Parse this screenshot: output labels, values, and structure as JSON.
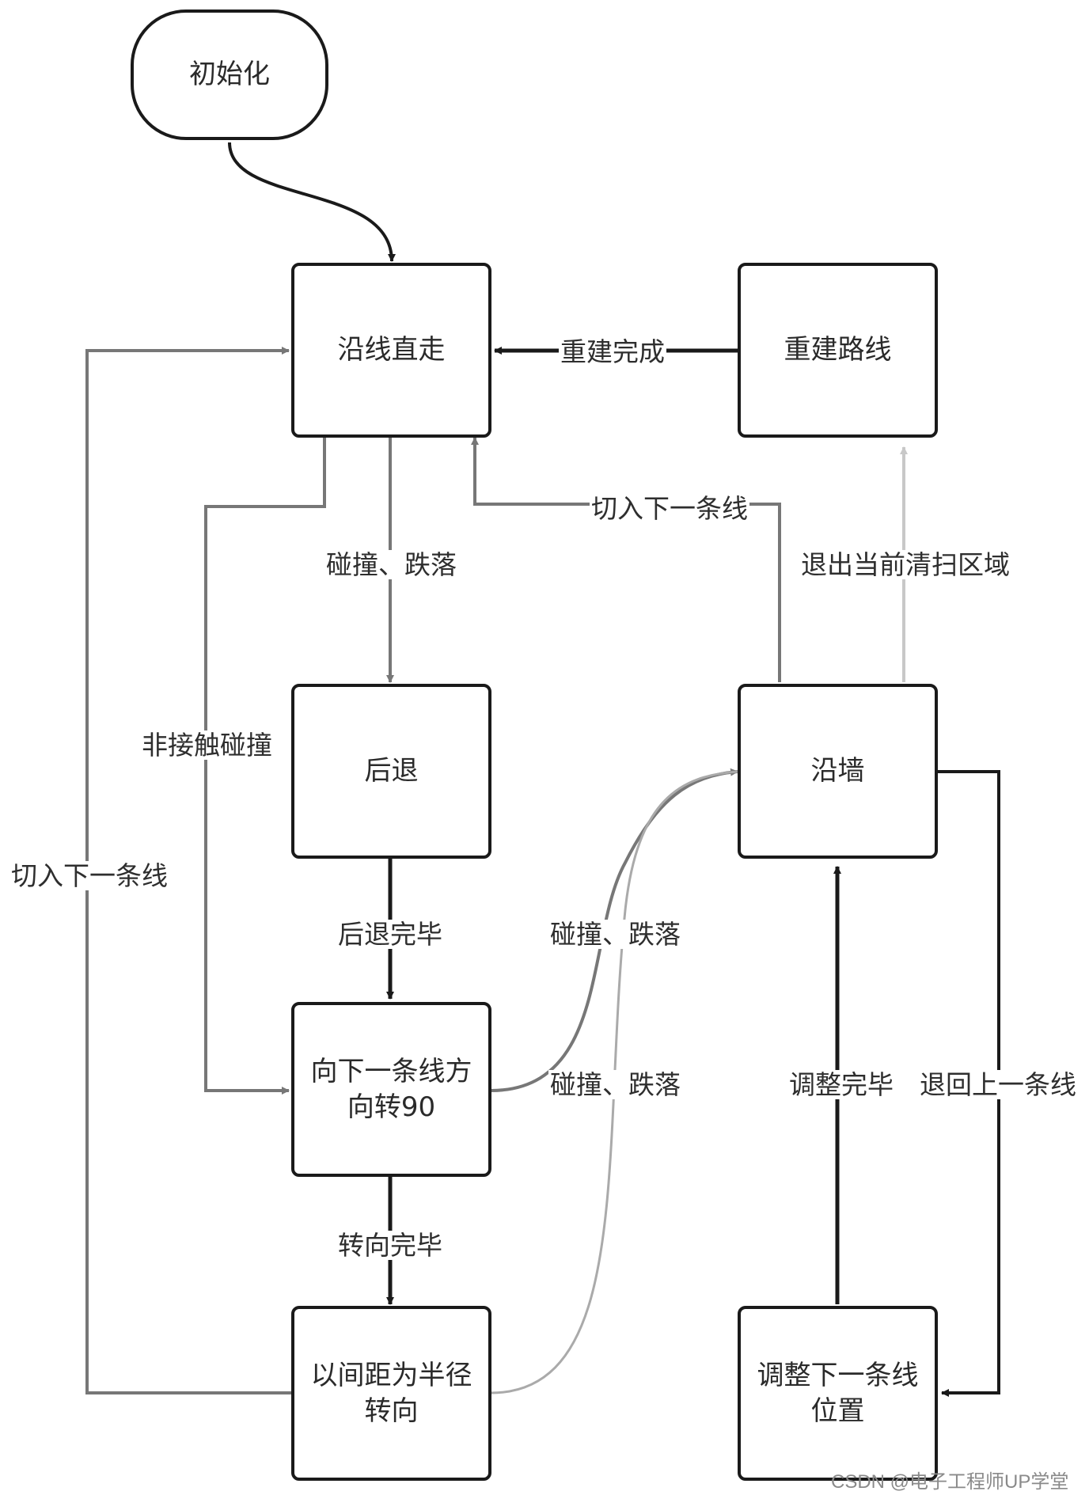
{
  "nodes": {
    "init": "初始化",
    "straight": "沿线直走",
    "rebuild_route": "重建路线",
    "backward": "后退",
    "wall_follow": "沿墙",
    "turn90": "向下一条线方\n向转90",
    "adjust_next": "调整下一条线\n位置",
    "radius_turn": "以间距为半径\n转向"
  },
  "edges": {
    "rebuild_done": "重建完成",
    "cut_next_line_top": "切入下一条线",
    "exit_area": "退出当前清扫区域",
    "collision_fall_1": "碰撞、跌落",
    "non_contact_collision": "非接触碰撞",
    "cut_next_line_left": "切入下一条线",
    "backward_done": "后退完毕",
    "collision_fall_2": "碰撞、跌落",
    "collision_fall_3": "碰撞、跌落",
    "adjust_done": "调整完毕",
    "back_prev_line": "退回上一条线",
    "turn_done": "转向完毕"
  },
  "colors": {
    "dark": "#1a1a1a",
    "gray": "#777777",
    "light": "#c8c8c8"
  },
  "watermark": "CSDN @电子工程师UP学堂"
}
